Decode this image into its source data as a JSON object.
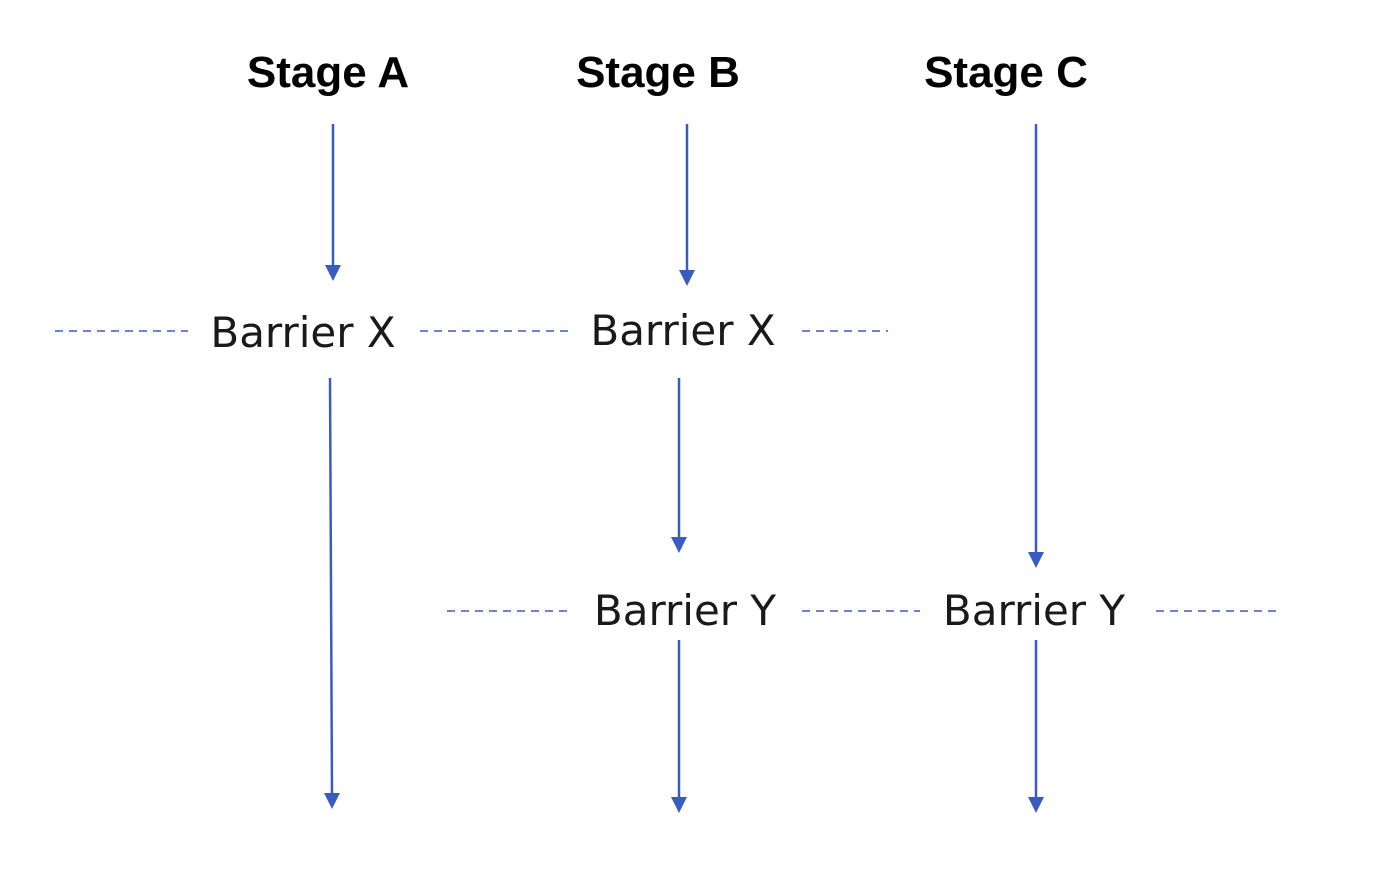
{
  "stages": [
    {
      "id": "a",
      "title": "Stage A"
    },
    {
      "id": "b",
      "title": "Stage B"
    },
    {
      "id": "c",
      "title": "Stage C"
    }
  ],
  "barriers": [
    {
      "id": "x-a",
      "label": "Barrier X"
    },
    {
      "id": "x-b",
      "label": "Barrier X"
    },
    {
      "id": "y-b",
      "label": "Barrier Y"
    },
    {
      "id": "y-c",
      "label": "Barrier Y"
    }
  ],
  "colors": {
    "arrow": "#3a5cc0",
    "text": "#1a1a1a"
  }
}
